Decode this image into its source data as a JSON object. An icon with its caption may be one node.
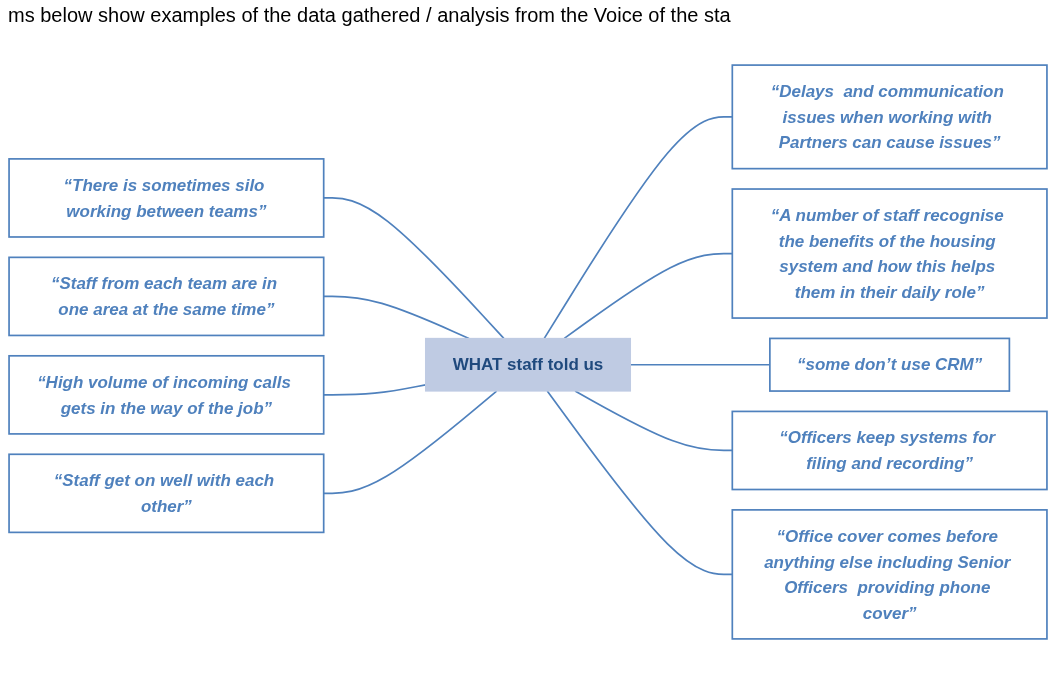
{
  "diagram": {
    "nodes": [
      {
        "text": [
          "“There is sometimes silo working between teams”"
        ]
      },
      {
        "text": [
          "“Delays  and communication issues when working with Partners can cause issues”"
        ]
      },
      {
        "text": [
          "“A number of staff recognise the benefits of the housing system and how this helps them in their daily role”"
        ]
      },
      {
        "text": [
          "“Staff from each team are in one area at the same time”"
        ]
      },
      {
        "text": [
          "“some don’t use CRM”"
        ]
      },
      {
        "text": [
          "WHAT staff  told us"
        ]
      },
      {
        "text": [
          "“High volume of incoming calls gets in the way of the job”"
        ]
      },
      {
        "text": [
          "“Officers keep systems for filing and recording”"
        ]
      },
      {
        "text": [
          "“Staff get on well with each other”"
        ]
      },
      {
        "text": [
          "“Office cover comes before anything else including Senior Officers  providing phone cover”"
        ]
      }
    ],
    "edges": [
      {
        "from": 0,
        "to": 5,
        "arrow": "none"
      },
      {
        "from": 1,
        "to": 5,
        "arrow": "none"
      },
      {
        "from": 2,
        "to": 5,
        "arrow": "none"
      },
      {
        "from": 3,
        "to": 5,
        "arrow": "none"
      },
      {
        "from": 4,
        "to": 5,
        "arrow": "none"
      },
      {
        "from": 6,
        "to": 5,
        "arrow": "none"
      },
      {
        "from": 7,
        "to": 5,
        "arrow": "none"
      },
      {
        "from": 8,
        "to": 5,
        "arrow": "none"
      },
      {
        "from": 9,
        "to": 5,
        "arrow": "none"
      }
    ],
    "labels": [
      "ms below show examples of the data gathered / analysis from the Voice of the sta"
    ]
  }
}
